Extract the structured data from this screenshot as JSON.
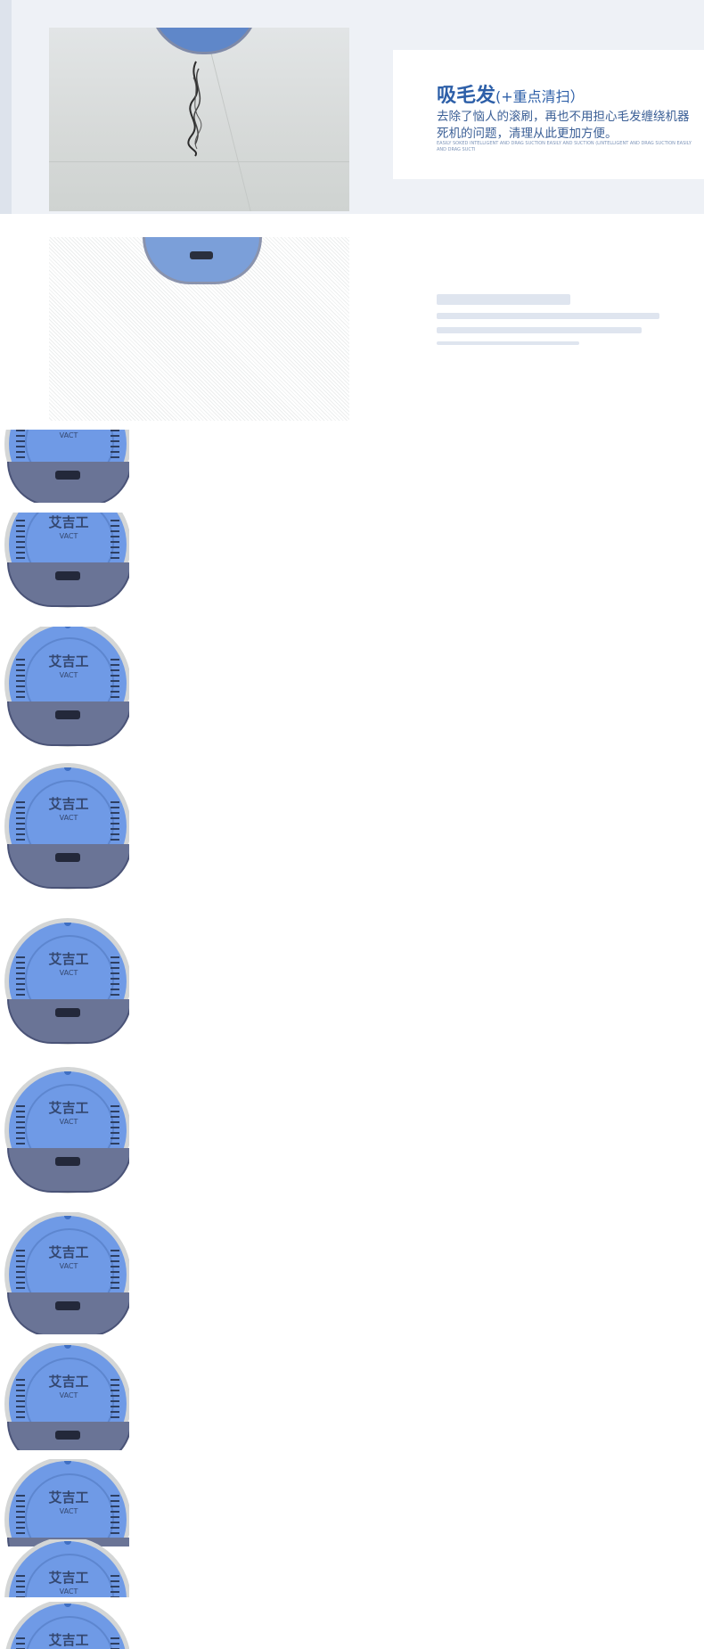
{
  "feature": {
    "title": "吸毛发",
    "subtitle": "(+重点清扫）",
    "description": "去除了恼人的滚刷，再也不用担心毛发缠绕机器死机的问题，清理从此更加方便。",
    "english_small": "EASILY SOKED INTELLIGENT AND DRAG SUCTION EASILY AND SUCTION (LINTELLIGENT AND DRAG SUCTION EASILY AND DRAG SUCTI"
  },
  "robot": {
    "logo_text": "艾吉工",
    "logo_sub": "VACT"
  }
}
